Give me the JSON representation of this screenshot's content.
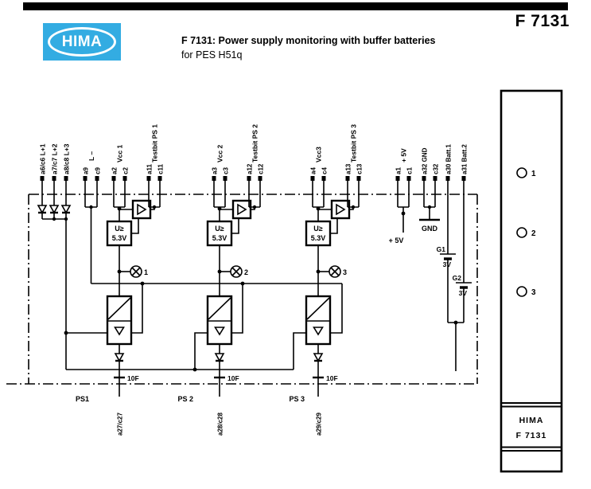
{
  "header": {
    "logo_text": "HIMA",
    "doc_code": "F 7131",
    "title": "F 7131: Power supply monitoring with buffer batteries",
    "subtitle": "for PES H51q",
    "brand_blue": "#33ACE2"
  },
  "diagram": {
    "top_terminals": {
      "lplus": [
        "a6/c6 L+1",
        "a7/c7 L+2",
        "a8/c8 L+3"
      ],
      "lminus": {
        "a": "a9",
        "c": "c9",
        "label": "L –"
      }
    },
    "channels": [
      {
        "vcc": {
          "a": "a2",
          "c": "c2",
          "label": "Vcc 1"
        },
        "testbit": {
          "a": "a11",
          "c": "c11",
          "label": "Testbit PS 1"
        },
        "lamp": "1",
        "comparator": {
          "line1": "U≥",
          "line2": "5.3V"
        },
        "fuse": "10F",
        "ps": "PS1",
        "output": "a27/c27"
      },
      {
        "vcc": {
          "a": "a3",
          "c": "c3",
          "label": "Vcc 2"
        },
        "testbit": {
          "a": "a12",
          "c": "c12",
          "label": "Testbit PS 2"
        },
        "lamp": "2",
        "comparator": {
          "line1": "U≥",
          "line2": "5.3V"
        },
        "fuse": "10F",
        "ps": "PS 2",
        "output": "a28/c28"
      },
      {
        "vcc": {
          "a": "a4",
          "c": "c4",
          "label": "Vcc3"
        },
        "testbit": {
          "a": "a13",
          "c": "c13",
          "label": "Testbit PS 3"
        },
        "lamp": "3",
        "comparator": {
          "line1": "U≥",
          "line2": "5.3V"
        },
        "fuse": "10F",
        "ps": "PS 3",
        "output": "a29/c29"
      }
    ],
    "supply5v": {
      "a": "a1",
      "c": "c1",
      "label": "+ 5V",
      "node_label": "+ 5V"
    },
    "ground": {
      "a": "a32 GND",
      "c": "c32",
      "node_label": "GND"
    },
    "batteries": [
      {
        "terminal": "a30 Batt.1",
        "name": "G1",
        "voltage": "3V"
      },
      {
        "terminal": "a31 Batt.2",
        "name": "G2",
        "voltage": "3V"
      }
    ]
  },
  "panel": {
    "leds": [
      "1",
      "2",
      "3"
    ],
    "brand": "HIMA",
    "model": "F 7131"
  }
}
